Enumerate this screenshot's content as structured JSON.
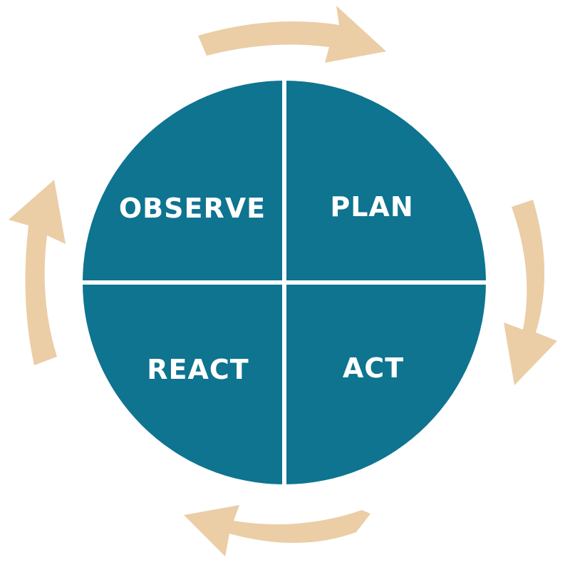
{
  "colors": {
    "circle_fill": "#0e7490",
    "divider": "#ffffff",
    "arrow_fill": "#ebcda6",
    "label_text": "#ffffff",
    "background": "#ffffff"
  },
  "cycle": {
    "direction": "clockwise",
    "quadrants": [
      {
        "key": "observe",
        "label": "OBSERVE",
        "position": "top-left"
      },
      {
        "key": "plan",
        "label": "PLAN",
        "position": "top-right"
      },
      {
        "key": "act",
        "label": "ACT",
        "position": "bottom-right"
      },
      {
        "key": "react",
        "label": "REACT",
        "position": "bottom-left"
      }
    ],
    "arrows": [
      {
        "key": "top",
        "points_to": "right"
      },
      {
        "key": "right",
        "points_to": "down"
      },
      {
        "key": "bottom",
        "points_to": "left"
      },
      {
        "key": "left",
        "points_to": "up"
      }
    ]
  }
}
